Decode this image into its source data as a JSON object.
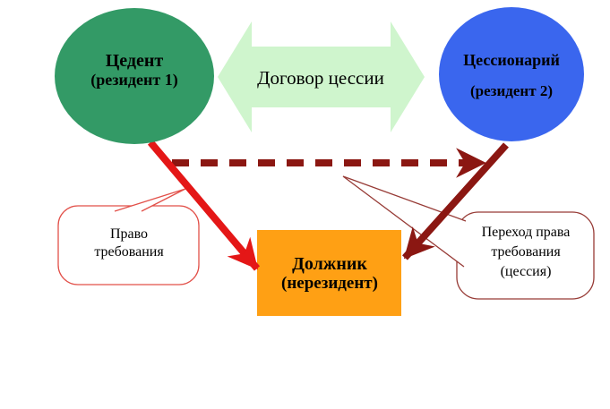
{
  "diagram": {
    "nodes": {
      "cedent": {
        "title": "Цедент",
        "subtitle": "(резидент 1)"
      },
      "cessionary": {
        "title": "Цессионарий",
        "subtitle": "(резидент 2)"
      },
      "debtor": {
        "title": "Должник",
        "subtitle": "(нерезидент)"
      }
    },
    "labels": {
      "contract": "Договор цессии",
      "left_callout": "Право\nтребования",
      "right_callout": "Переход права\nтребования\n(цессия)"
    },
    "colors": {
      "background": "#FFFFFF",
      "cedent_fill": "#339A66",
      "cessionary_fill": "#3A66EE",
      "debtor_fill": "#FFA014",
      "contract_fill": "#CFF5CD",
      "claim_arrow": "#E41717",
      "cession_arrow": "#8B1712",
      "left_callout_border": "#E25049",
      "right_callout_border": "#973B36",
      "callout_fill": "#FFFFFF",
      "text": "#000000"
    }
  }
}
